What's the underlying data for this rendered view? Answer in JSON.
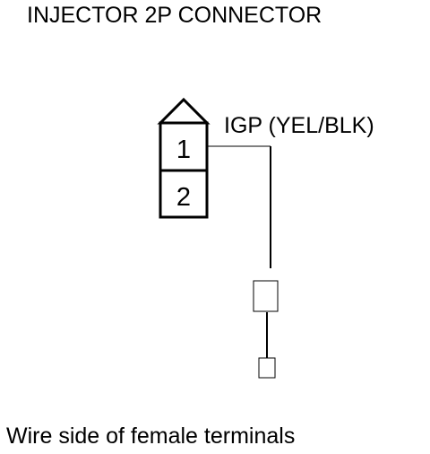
{
  "title": "INJECTOR 2P CONNECTOR",
  "caption": "Wire side of female terminals",
  "connector": {
    "pins": [
      "1",
      "2"
    ]
  },
  "wire": {
    "label": "IGP (YEL/BLK)"
  },
  "colors": {
    "ink": "#000000",
    "background": "#ffffff"
  }
}
